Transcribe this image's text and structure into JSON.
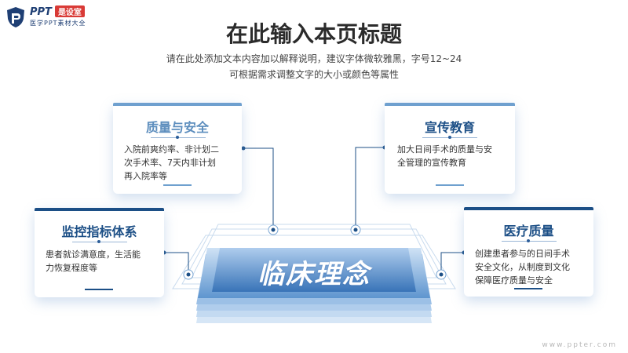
{
  "brand": {
    "title": "PPT",
    "badge": "是设室",
    "subtitle": "医学PPT素材大全"
  },
  "header": {
    "title": "在此输入本页标题",
    "subtitle_line1": "请在此处添加文本内容加以解释说明，建议字体微软雅黑，字号12~24",
    "subtitle_line2": "可根据需求调整文字的大小或颜色等属性"
  },
  "center": {
    "label": "临床理念"
  },
  "cards": {
    "quality_safety": {
      "title": "质量与安全",
      "body_lines": [
        "入院前爽约率、非计划二",
        "次手术率、7天内非计划",
        "再入院率等"
      ]
    },
    "education": {
      "title": "宣传教育",
      "body_lines": [
        "加大日间手术的质量与安",
        "全管理的宣传教育"
      ]
    },
    "monitoring": {
      "title": "监控指标体系",
      "body_lines": [
        "患者就诊满意度，生活能",
        "力恢复程度等"
      ]
    },
    "medical_quality": {
      "title": "医疗质量",
      "body_lines": [
        "创建患者参与的日间手术",
        "安全文化，从制度到文化",
        "保障医疗质量与安全"
      ]
    }
  },
  "footer": {
    "watermark": "www.ppter.com"
  },
  "colors": {
    "light_blue": "#6fa0cf",
    "navy": "#1c4f86",
    "title_light": "#5c8dbd",
    "title_dark": "#1c4f86"
  }
}
